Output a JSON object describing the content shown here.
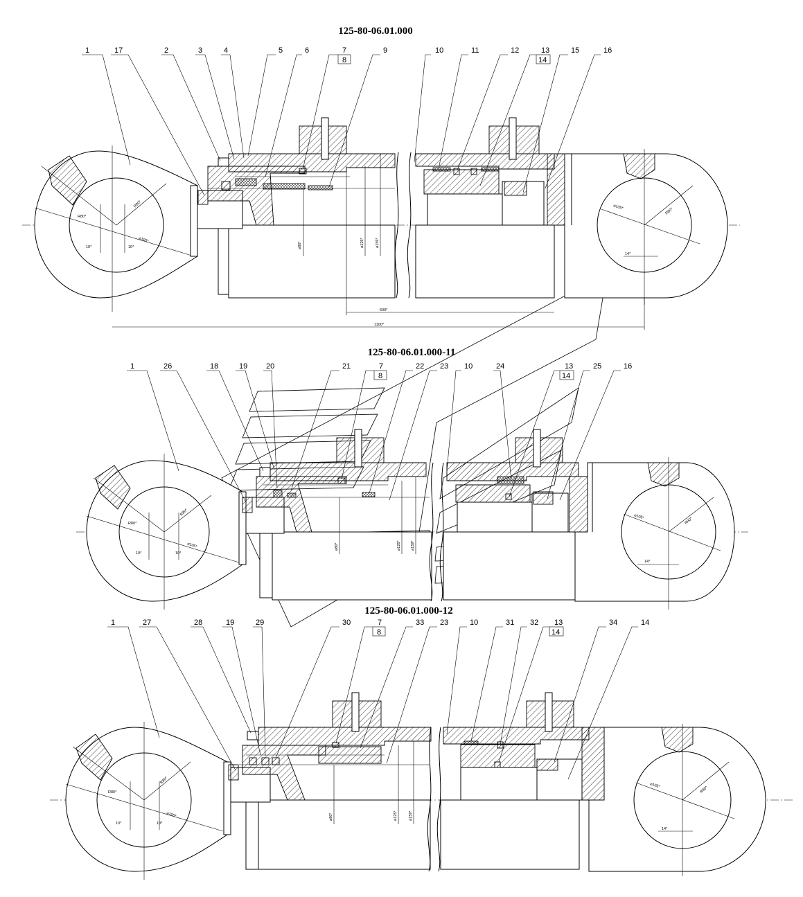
{
  "drawings": [
    {
      "title": "125-80-06.01.000",
      "leaders": [
        "1",
        "17",
        "2",
        "3",
        "4",
        "5",
        "6",
        "7",
        "8",
        "9",
        "10",
        "11",
        "12",
        "13",
        "14",
        "15",
        "16"
      ],
      "dims": {
        "d_inner": "⌀80*",
        "d_tube": "⌀125*",
        "d_outer": "⌀159*",
        "r_left": "R80*",
        "r_left2": "R80*",
        "d_eye_left": "⌀105*",
        "w1": "10*",
        "w2": "10*",
        "d_eye_right": "⌀105*",
        "r_right": "R80*",
        "w_right": "14*",
        "stroke": "600*",
        "length": "1100*"
      }
    },
    {
      "title": "125-80-06.01.000-11",
      "leaders": [
        "1",
        "26",
        "18",
        "19",
        "20",
        "21",
        "7",
        "8",
        "22",
        "23",
        "10",
        "24",
        "13",
        "14",
        "25",
        "16"
      ],
      "dims": {
        "d_inner": "⌀80*",
        "d_tube": "⌀125*",
        "d_outer": "⌀159*",
        "r_left": "R80*",
        "r_left2": "R80*",
        "d_eye_left": "⌀105*",
        "w1": "10*",
        "w2": "10*",
        "d_eye_right": "⌀105*",
        "r_right": "R80*",
        "w_right": "14*"
      }
    },
    {
      "title": "125-80-06.01.000-12",
      "leaders": [
        "1",
        "27",
        "28",
        "19",
        "29",
        "30",
        "7",
        "8",
        "33",
        "23",
        "10",
        "31",
        "32",
        "13",
        "14",
        "34",
        "14"
      ],
      "dims": {
        "d_inner": "⌀80*",
        "d_tube": "⌀125*",
        "d_outer": "⌀159*",
        "r_left": "R80*",
        "r_left2": "R80*",
        "d_eye_left": "⌀105*",
        "w1": "10*",
        "w2": "10*",
        "d_eye_right": "⌀105*",
        "r_right": "R80*",
        "w_right": "14*"
      }
    }
  ]
}
